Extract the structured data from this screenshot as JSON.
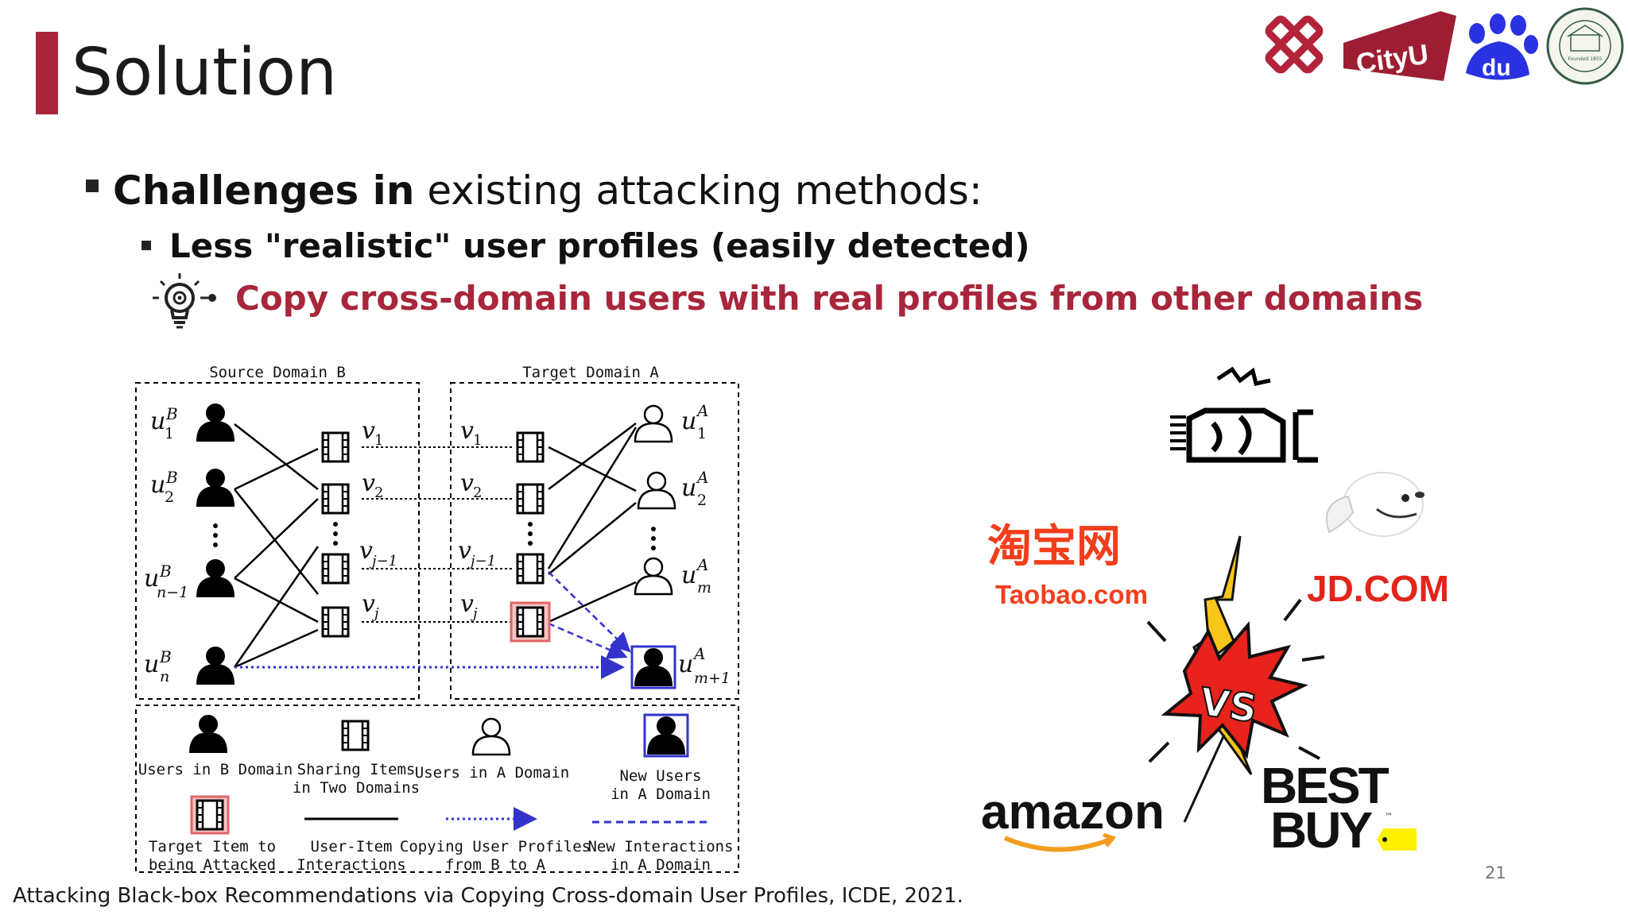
{
  "slide": {
    "title": "Solution",
    "page_number": "21",
    "bullet1_bold": "Challenges in",
    "bullet1_rest": " existing attacking methods:",
    "bullet2": "Less \"realistic\" user profiles (easily detected)",
    "idea": "Copy cross-domain users with real profiles from other domains",
    "caption": "Attacking Black-box Recommendations via Copying Cross-domain User Profiles, ICDE, 2021.",
    "accent_color": "#a8263b"
  },
  "logos": {
    "polyu": "PolyU logo",
    "cityu_text": "CityU",
    "baidu_text": "du",
    "msu_text": "MICHIGAN STATE UNIVERSITY",
    "msu_founded": "Founded 1855"
  },
  "diagram": {
    "source_title": "Source Domain B",
    "target_title": "Target Domain A",
    "source_users": [
      "u",
      "u",
      "u",
      "u"
    ],
    "source_user_sub": [
      "1",
      "2",
      "n−1",
      "n"
    ],
    "source_user_sup": "B",
    "target_user_sup": "A",
    "target_user_sub": [
      "1",
      "2",
      "m",
      "m+1"
    ],
    "items": [
      "v",
      "v",
      "v",
      "v"
    ],
    "item_sub": [
      "1",
      "2",
      "j−1",
      "j"
    ],
    "legend": {
      "users_b": "Users in B Domain",
      "sharing_1": "Sharing Items",
      "sharing_2": "in Two Domains",
      "users_a": "Users in A Domain",
      "new_users_1": "New Users",
      "new_users_2": "in A Domain",
      "target_1": "Target Item to",
      "target_2": "being Attacked",
      "ui_1": "User-Item",
      "ui_2": "Interactions",
      "copy_1": "Copying User Profiles",
      "copy_2": "from B to A",
      "newint_1": "New Interactions",
      "newint_2": "in A Domain"
    }
  },
  "brands": {
    "taobao_cn": "淘宝网",
    "taobao_en": "Taobao.com",
    "jd": "JD.COM",
    "vs": "VS",
    "amazon": "amazon",
    "bestbuy_1": "BEST",
    "bestbuy_2": "BUY",
    "bestbuy_tm": "™"
  }
}
